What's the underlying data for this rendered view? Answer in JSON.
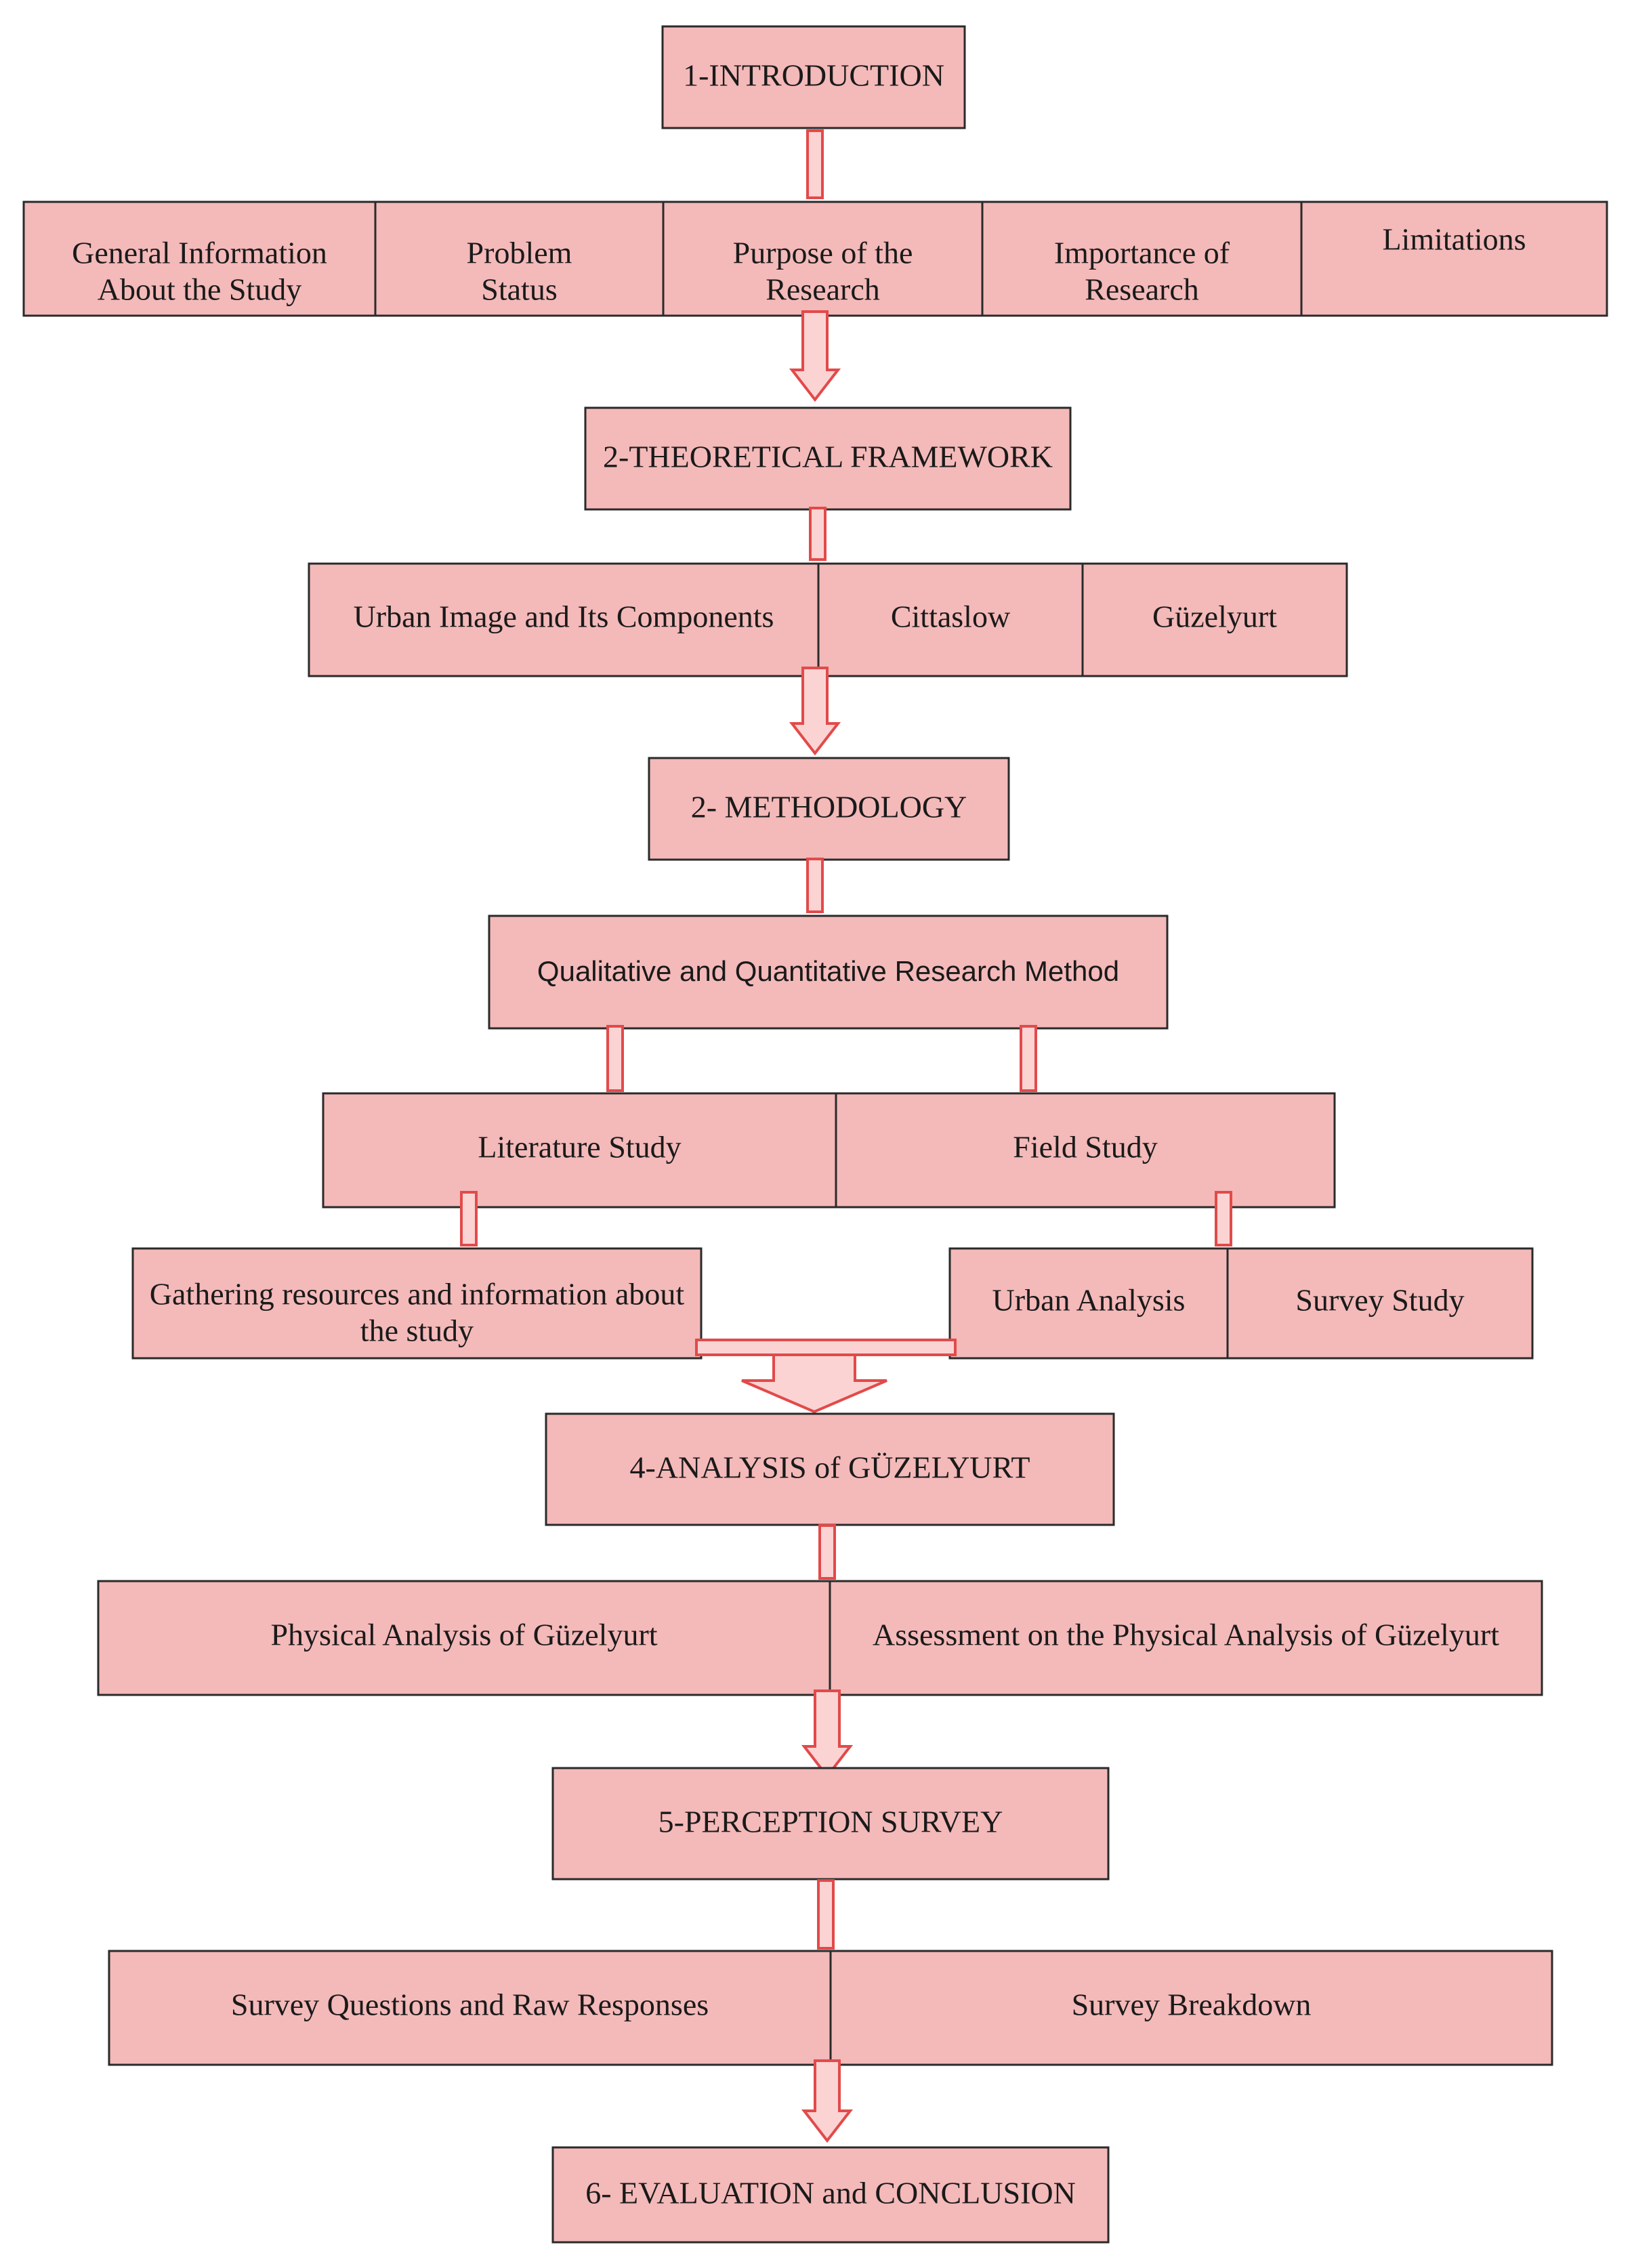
{
  "colors": {
    "box_fill": "#f4b9b9",
    "box_stroke": "#2a2a2a",
    "connector_fill": "#fbd3d3",
    "connector_stroke": "#e24a4a"
  },
  "introduction": {
    "title": "1-INTRODUCTION",
    "items": [
      [
        "General Information",
        "About the Study"
      ],
      [
        "Problem",
        "Status"
      ],
      [
        "Purpose of the",
        "Research"
      ],
      [
        "Importance of",
        "Research"
      ],
      [
        "Limitations"
      ]
    ]
  },
  "theoretical_framework": {
    "title": "2-THEORETICAL FRAMEWORK",
    "items": [
      [
        "Urban Image and Its Components"
      ],
      [
        "Cittaslow"
      ],
      [
        "Güzelyurt"
      ]
    ]
  },
  "methodology": {
    "title": "2- METHODOLOGY",
    "method": "Qualitative and Quantitative Research Method",
    "studies": [
      [
        "Literature Study"
      ],
      [
        "Field Study"
      ]
    ],
    "literature_items": [
      [
        "Gathering resources and information about",
        "the study"
      ]
    ],
    "field_items": [
      [
        "Urban Analysis"
      ],
      [
        "Survey Study"
      ]
    ]
  },
  "analysis": {
    "title": "4-ANALYSIS of GÜZELYURT",
    "items": [
      [
        "Physical Analysis of Güzelyurt"
      ],
      [
        "Assessment on the Physical Analysis of Güzelyurt"
      ]
    ]
  },
  "perception_survey": {
    "title": "5-PERCEPTION SURVEY",
    "items": [
      [
        "Survey Questions and Raw Responses"
      ],
      [
        "Survey Breakdown"
      ]
    ]
  },
  "conclusion": {
    "title": "6- EVALUATION and CONCLUSION"
  }
}
